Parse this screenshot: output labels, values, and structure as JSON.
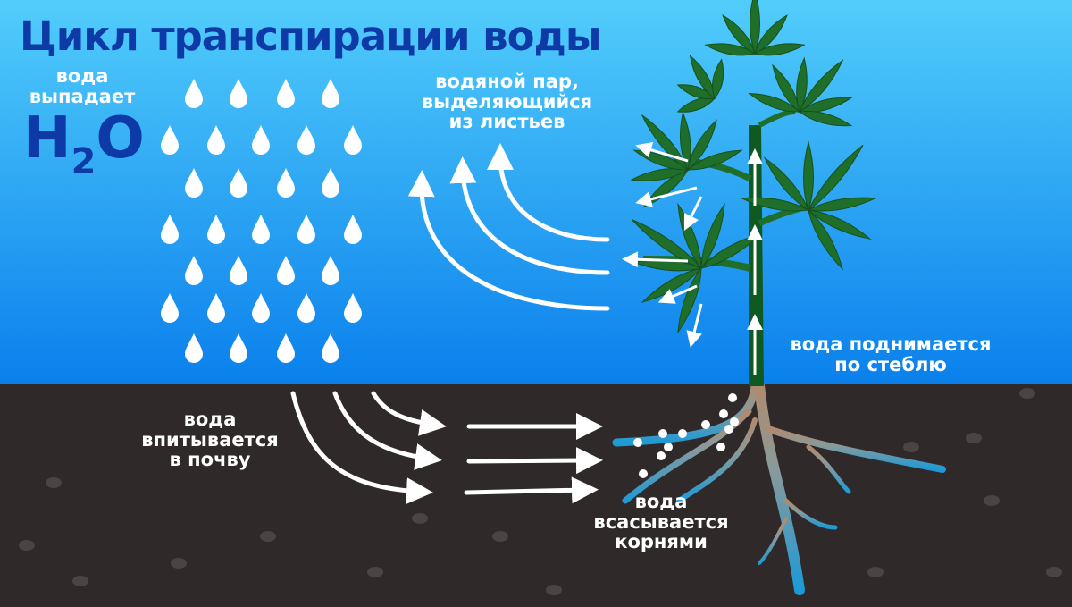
{
  "title": "Цикл транспирации воды",
  "labels": {
    "rain_line1": "вода",
    "rain_line2": "выпадает",
    "formula_h": "H",
    "formula_2": "2",
    "formula_o": "O",
    "vapor_line1": "водяной пар,",
    "vapor_line2": "выделяющийся",
    "vapor_line3": "из листьев",
    "stem_line1": "вода поднимается",
    "stem_line2": "по стеблю",
    "soil_line1": "вода",
    "soil_line2": "впитывается",
    "soil_line3": "в почву",
    "roots_line1": "вода",
    "roots_line2": "всасывается",
    "roots_line3": "корнями"
  },
  "colors": {
    "sky_top": "#52cdfb",
    "sky_bottom": "#0a80ec",
    "soil": "#2f2a29",
    "title": "#0d3aa6",
    "leaf": "#1f6e2a",
    "stem": "#0f5a22",
    "root_top": "#b08a6e",
    "root_bottom": "#1d9ad6"
  }
}
